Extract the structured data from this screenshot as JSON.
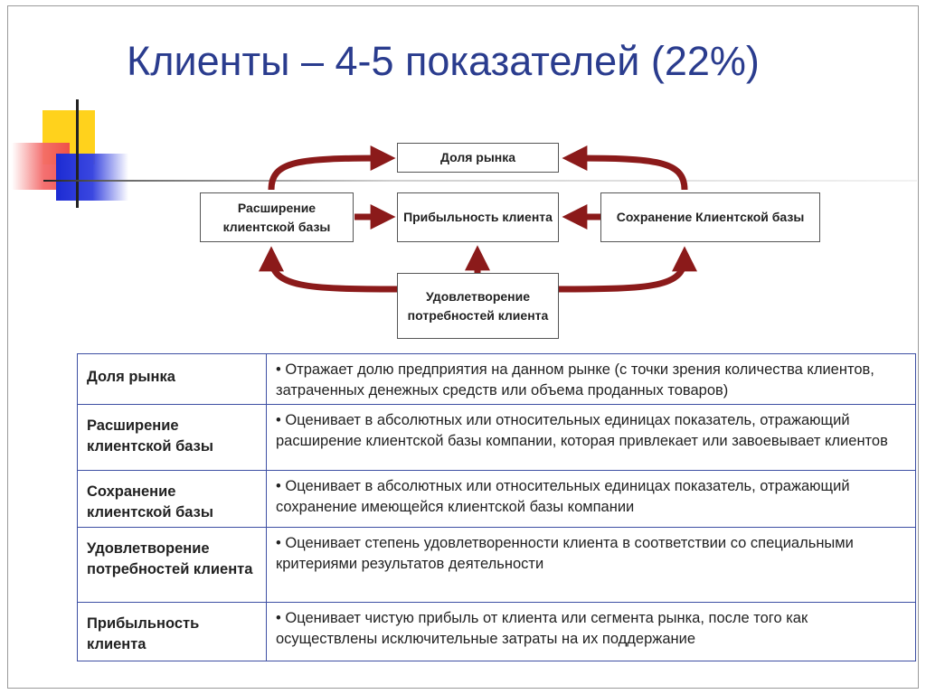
{
  "title": "Клиенты – 4-5 показателей (22%)",
  "diagram": {
    "market_share": "Доля рынка",
    "expansion": "Расширение клиентской базы",
    "profitability": "Прибыльность клиента",
    "retention": "Сохранение Клиентской базы",
    "satisfaction": "Удовлетворение потребностей клиента",
    "arrow_color": "#8b1a1a"
  },
  "table": {
    "rows": [
      {
        "name": "Доля рынка",
        "desc": "• Отражает долю предприятия на данном рынке (с точки зрения количества клиентов, затраченных денежных средств или объема проданных товаров)"
      },
      {
        "name": "Расширение клиентской базы",
        "desc": "• Оценивает в абсолютных или относительных единицах показатель, отражающий расширение клиентской базы компании, которая привлекает или завоевывает клиентов"
      },
      {
        "name": "Сохранение клиентской базы",
        "desc": "• Оценивает в абсолютных или относительных единицах показатель, отражающий сохранение имеющейся клиентской базы компании"
      },
      {
        "name": "Удовлетворение потребностей клиента",
        "desc": "• Оценивает степень удовлетворенности клиента в соответствии со специальными критериями результатов деятельности"
      },
      {
        "name": "Прибыльность клиента",
        "desc": "• Оценивает чистую прибыль от клиента или сегмента рынка, после того как осуществлены исключительные затраты на их поддержание"
      }
    ]
  }
}
